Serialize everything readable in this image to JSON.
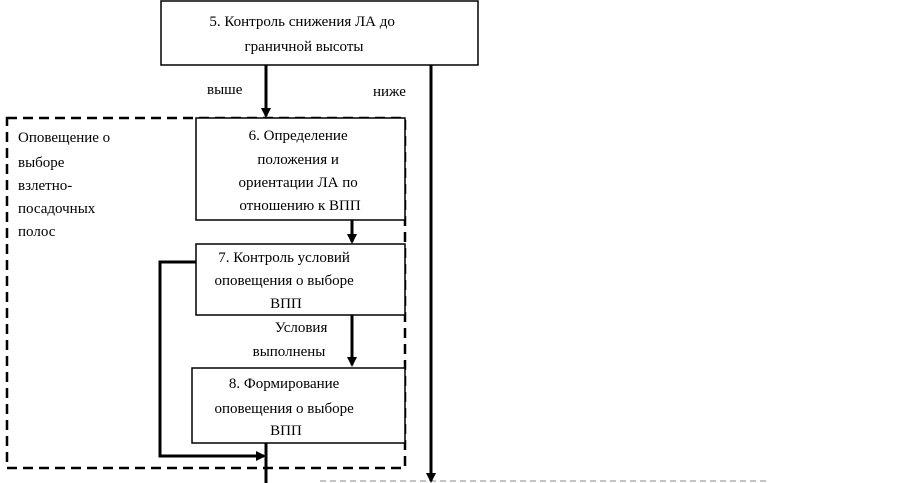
{
  "blocks": {
    "b5": {
      "lines": [
        "5. Контроль снижения ЛА  до",
        "граничной высоты"
      ]
    },
    "b6": {
      "lines": [
        "6. Определение",
        "положения и",
        "ориентации ЛА по",
        "отношению к ВПП"
      ]
    },
    "b7": {
      "lines": [
        "7. Контроль условий",
        "оповещения о выборе",
        "ВПП"
      ]
    },
    "b8": {
      "lines": [
        "8. Формирование",
        "оповещения о выборе",
        "ВПП"
      ]
    }
  },
  "group": {
    "lines": [
      "Оповещение о",
      "выборе",
      "взлетно-",
      "посадочных",
      "полос"
    ]
  },
  "labels": {
    "above": "выше",
    "below": "ниже",
    "conditions_met": [
      "Условия",
      "выполнены"
    ]
  }
}
